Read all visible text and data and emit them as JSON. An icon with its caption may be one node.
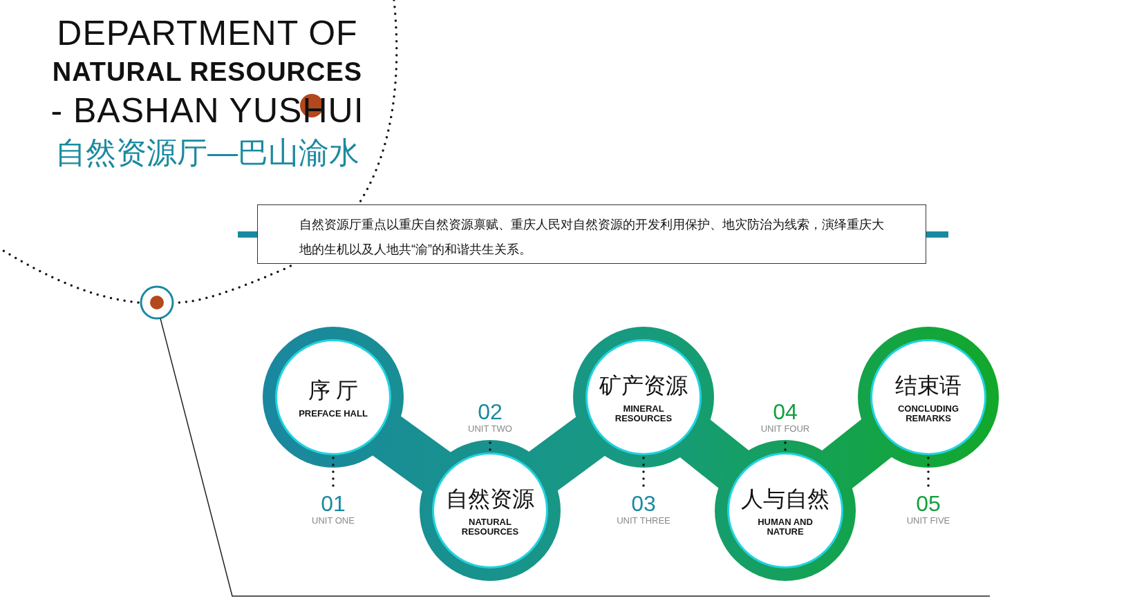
{
  "diagram": {
    "title": "DEPARTMENT OF **NATURAL RESOURCES** - BASHAN YUSHUI",
    "nodes": [
      {
        "text": [
          "自然资源厅重点以重庆自然资源禀赋、重庆人民对自然资源的开发利用保护、地灾防治为线索，演绎重庆大地的生机以及人地共“渝”的和谐共生关系。"
        ]
      },
      {
        "text": [
          "序 厅",
          "PREFACE HALL"
        ]
      },
      {
        "text": [
          "自然资源",
          "NATURAL RESOURCES"
        ]
      },
      {
        "text": [
          "矿产资源",
          "MINERAL RESOURCES"
        ]
      },
      {
        "text": [
          "人与自然",
          "HUMAN AND NATURE"
        ]
      },
      {
        "text": [
          "结束语",
          "CONCLUDING REMARKS"
        ]
      },
      {
        "text": [
          "01",
          "UNIT ONE"
        ]
      },
      {
        "text": [
          "02",
          "UNIT TWO"
        ]
      },
      {
        "text": [
          "03",
          "UNIT THREE"
        ]
      },
      {
        "text": [
          "04",
          "UNIT FOUR"
        ]
      },
      {
        "text": [
          "05",
          "UNIT FIVE"
        ]
      }
    ],
    "edges": [
      {
        "from": 1,
        "to": 6,
        "arrow": "none",
        "style": "dashed"
      },
      {
        "from": 2,
        "to": 7,
        "arrow": "none",
        "style": "dashed"
      },
      {
        "from": 3,
        "to": 8,
        "arrow": "none",
        "style": "dashed"
      },
      {
        "from": 4,
        "to": 9,
        "arrow": "none",
        "style": "dashed"
      },
      {
        "from": 5,
        "to": 10,
        "arrow": "none",
        "style": "dashed"
      }
    ],
    "labels": [
      "自然资源厅—巴山渝水"
    ]
  }
}
